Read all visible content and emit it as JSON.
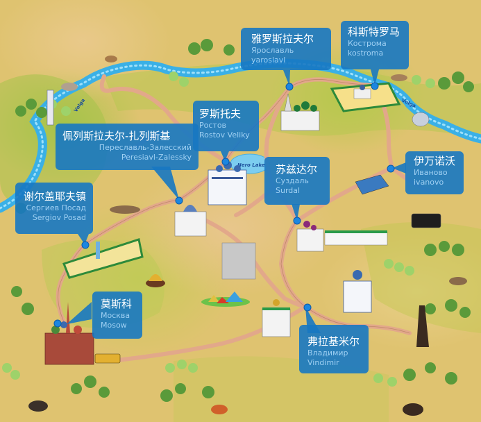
{
  "map": {
    "colors": {
      "callout_bg": "#1778c2",
      "callout_subtext": "#9fd0f3",
      "dot": "#1c86e0",
      "river": "#3ab0e6",
      "road": "#e2a88a",
      "land": "#dfc370",
      "grass": "#a9c44a"
    },
    "rivers": [
      {
        "label": "Volga"
      },
      {
        "label": "Volga"
      }
    ],
    "lake": {
      "label": "Nero Lake"
    },
    "cities": [
      {
        "id": "yaroslavl",
        "zh": "雅罗斯拉夫尔",
        "ru": "Ярославль",
        "en": "yaroslavl"
      },
      {
        "id": "kostroma",
        "zh": "科斯特罗马",
        "ru": "Кострома",
        "en": "kostroma"
      },
      {
        "id": "rostov",
        "zh": "罗斯托夫",
        "ru": "Ростов",
        "en": "Rostov Veliky"
      },
      {
        "id": "pereslavl",
        "zh": "佩列斯拉夫尔-扎列斯基",
        "ru": "Переславль-Залесский",
        "en": "Peresiavl-Zalessky"
      },
      {
        "id": "suzdal",
        "zh": "苏兹达尔",
        "ru": "Суздаль",
        "en": "Surdal"
      },
      {
        "id": "ivanovo",
        "zh": "伊万诺沃",
        "ru": "Иваново",
        "en": "ivanovo"
      },
      {
        "id": "sergiev",
        "zh": "谢尔盖耶夫镇",
        "ru": "Сергиев Посад",
        "en": "Sergiov Posad"
      },
      {
        "id": "moscow",
        "zh": "莫斯科",
        "ru": "Москва",
        "en": "Mosow"
      },
      {
        "id": "vladimir",
        "zh": "弗拉基米尔",
        "ru": "Владимир",
        "en": "Vindimir"
      }
    ]
  }
}
